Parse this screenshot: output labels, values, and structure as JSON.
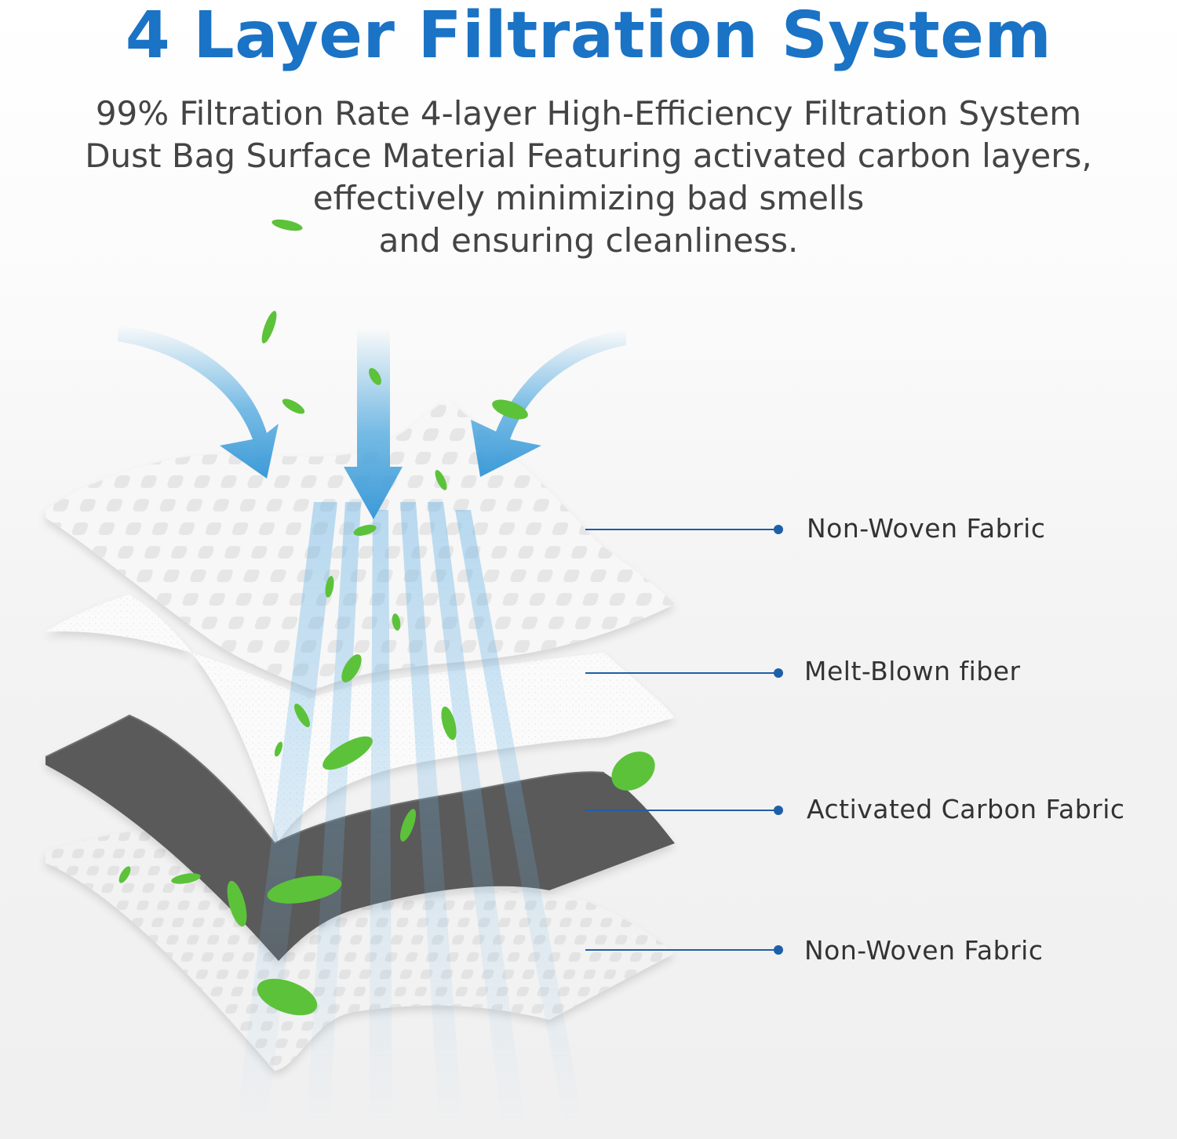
{
  "title": "4 Layer Filtration System",
  "description": {
    "line1": "99% Filtration Rate 4-layer High-Efficiency Filtration System",
    "line2": "Dust Bag Surface Material Featuring activated carbon layers,",
    "line3": "effectively minimizing bad smells",
    "line4": "and ensuring cleanliness."
  },
  "layers": [
    {
      "label": "Non-Woven Fabric",
      "color": "#f7f7f7"
    },
    {
      "label": "Melt-Blown fiber",
      "color": "#fbfbfb"
    },
    {
      "label": "Activated Carbon Fabric",
      "color": "#5a5a5a"
    },
    {
      "label": "Non-Woven Fabric",
      "color": "#f2f2f2"
    }
  ],
  "colors": {
    "accent": "#1a73c5",
    "airflow_arrow": "#4aa6de",
    "leaf": "#5cc23a",
    "leader_line": "#1f5fa8"
  },
  "icons": [
    "airflow-arrow-icon",
    "leaf-icon"
  ]
}
